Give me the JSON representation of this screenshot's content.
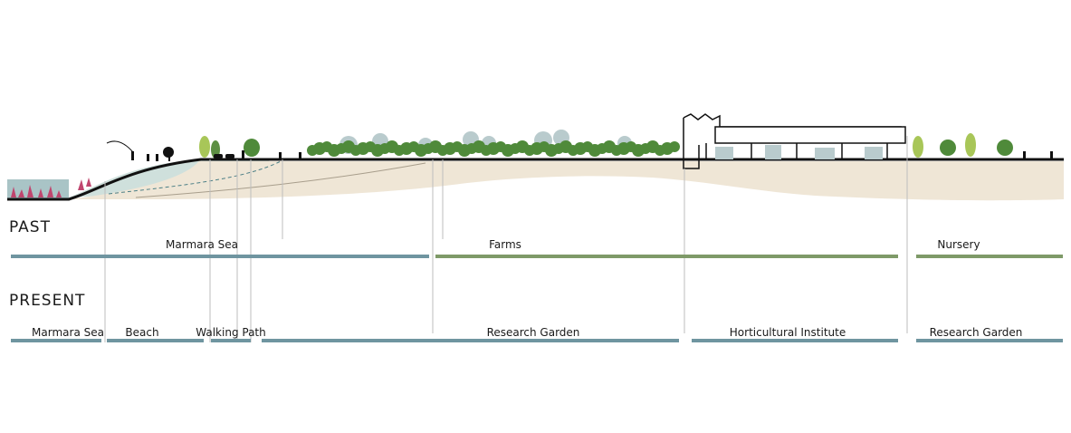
{
  "colors": {
    "sea_band": "#6f95a0",
    "farm_band": "#7e9a68",
    "sea_water": "#a9c4c6",
    "lagoon": "#cfe0dc",
    "soil": "#efe6d6",
    "ground_line": "#111111",
    "tree_dark": "#4f8a3a",
    "tree_grey": "#b9cbcd",
    "accent_pink": "#c0456e",
    "leader": "#bdbdbd"
  },
  "past": {
    "title": "PAST",
    "bands": [
      {
        "label": "Marmara Sea",
        "color_key": "sea_band"
      },
      {
        "label": "Farms",
        "color_key": "farm_band"
      },
      {
        "label": "Nursery",
        "color_key": "farm_band"
      }
    ]
  },
  "present": {
    "title": "PRESENT",
    "bands": [
      {
        "label": "Marmara Sea",
        "color_key": "sea_band"
      },
      {
        "label": "Beach",
        "color_key": "sea_band"
      },
      {
        "label": "Walking Path",
        "color_key": "sea_band"
      },
      {
        "label": "Research Garden",
        "color_key": "sea_band"
      },
      {
        "label": "Horticultural Institute",
        "color_key": "sea_band"
      },
      {
        "label": "Research Garden",
        "color_key": "sea_band"
      }
    ]
  }
}
